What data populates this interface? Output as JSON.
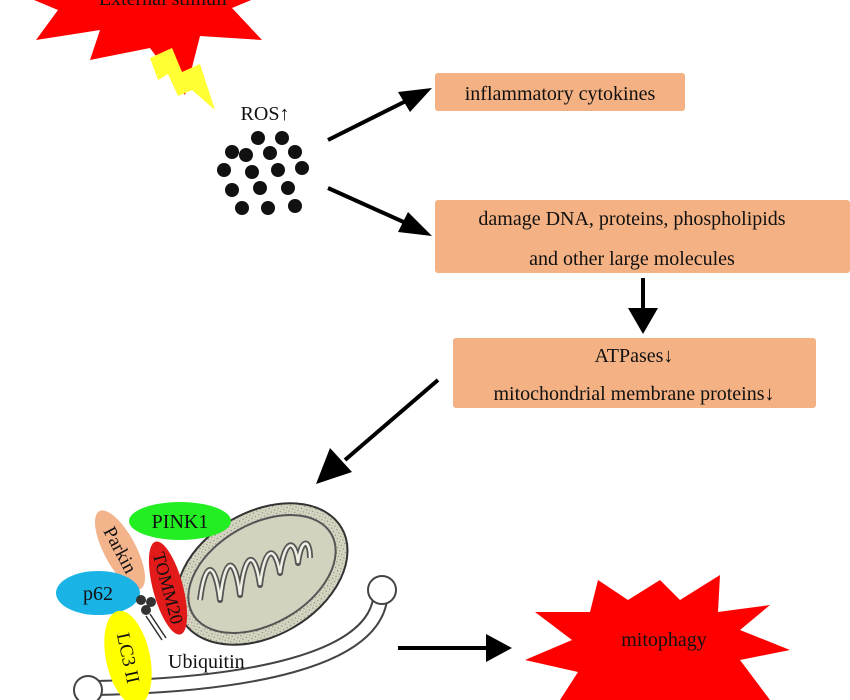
{
  "stimulus": {
    "label": "External stimuli"
  },
  "ros": {
    "label": "ROS↑"
  },
  "boxes": {
    "cytokines": {
      "line1": "inflammatory cytokines"
    },
    "damage": {
      "line1": "damage DNA, proteins, phospholipids",
      "line2": "and other large molecules"
    },
    "atp": {
      "line1": "ATPases↓",
      "line2": "mitochondrial membrane proteins↓"
    }
  },
  "proteins": {
    "pink1": "PINK1",
    "parkin": "Parkin",
    "p62": "p62",
    "tomm20": "TOMM20",
    "lc3": "LC3 II",
    "ubiquitin": "Ubiquitin"
  },
  "outcome": {
    "label": "mitophagy"
  },
  "colors": {
    "box_fill": "#f4b183",
    "burst_red": "#ff0000",
    "lightning": "#ffff33",
    "pink1": "#22ee22",
    "parkin": "#f3b48c",
    "p62": "#1ab3e6",
    "tomm20": "#e31a1a",
    "lc3": "#ffff00",
    "mito_outer": "#d9d9c6",
    "ros_dot": "#111111"
  }
}
